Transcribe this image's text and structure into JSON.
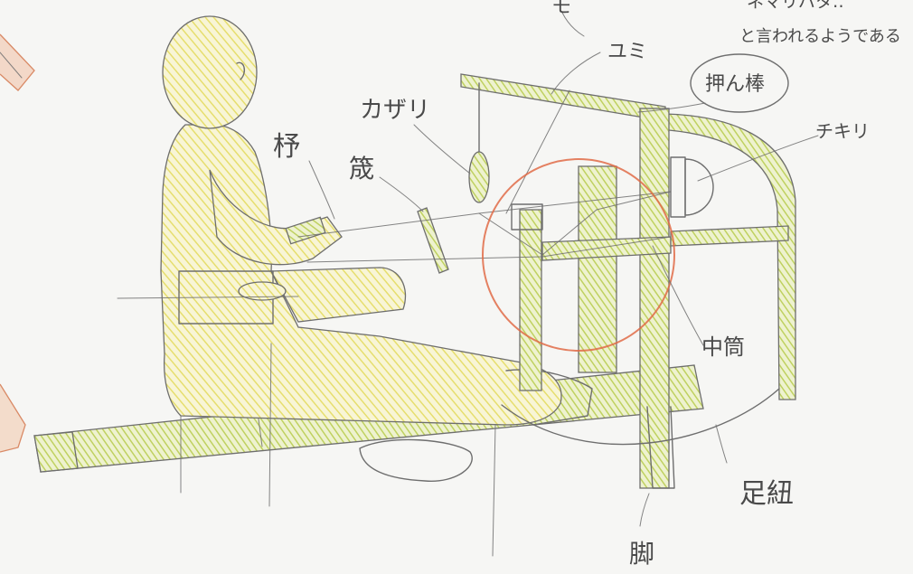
{
  "labels": {
    "fragment_top": "モ",
    "top_note_line1": "ネマリバタ‥",
    "top_note_line2": "と言われるようである",
    "yumi": "ユミ",
    "osae_bou": "押ん棒",
    "chikiri": "チキリ",
    "kazari": "カザリ",
    "hi": "杼",
    "osa": "筬",
    "nakazutsu": "中筒",
    "ashihimo": "足紐",
    "ashi": "脚"
  },
  "colors": {
    "paper": "#f6f6f4",
    "pencil": "#6e6e6e",
    "yellow": "#e6de6e",
    "green": "#bfd160",
    "red": "#e06b47"
  }
}
